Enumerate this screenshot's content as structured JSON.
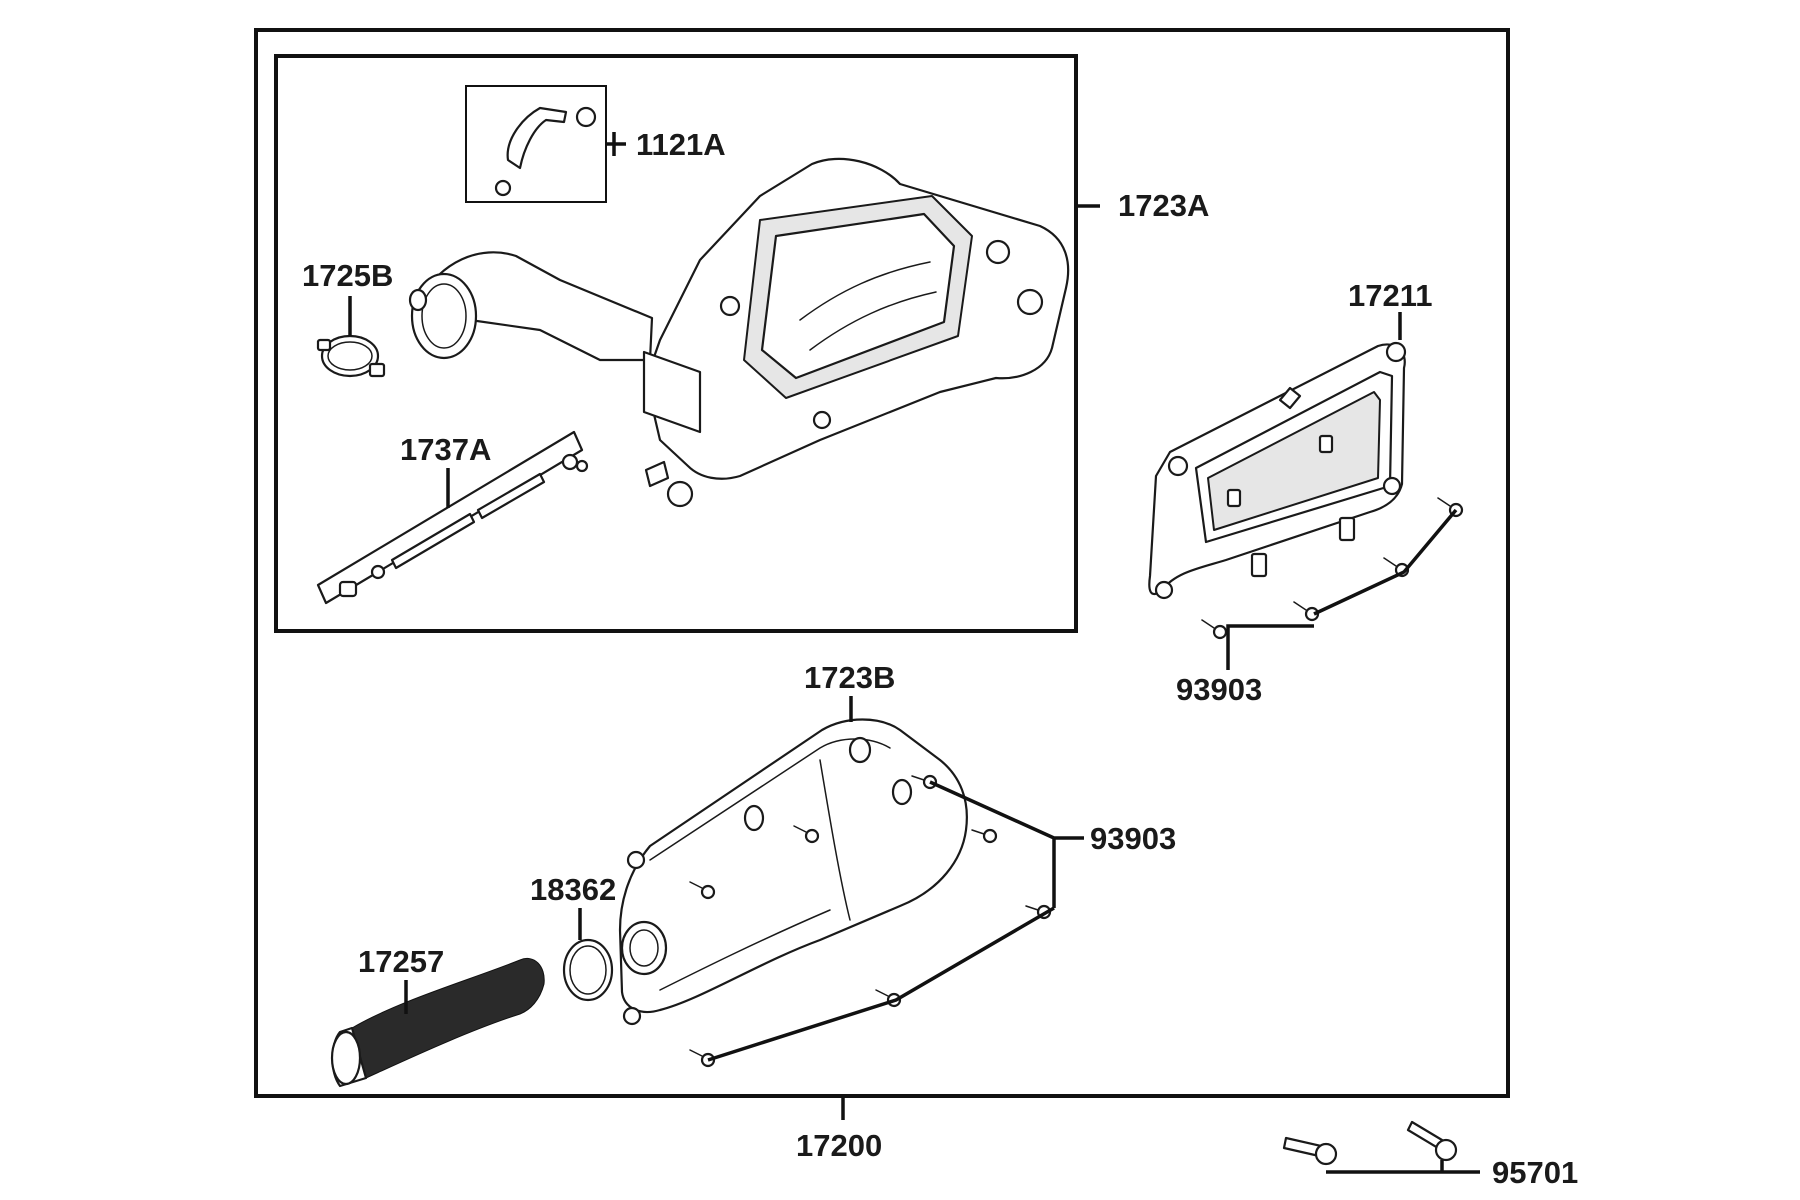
{
  "diagram": {
    "labels": {
      "p1121A": "1121A",
      "p1723A": "1723A",
      "p1725B": "1725B",
      "p1737A": "1737A",
      "p17211": "17211",
      "p93903_cover": "93903",
      "p1723B": "1723B",
      "p93903_case": "93903",
      "p18362": "18362",
      "p17257": "17257",
      "p17200": "17200",
      "p95701": "95701"
    }
  }
}
